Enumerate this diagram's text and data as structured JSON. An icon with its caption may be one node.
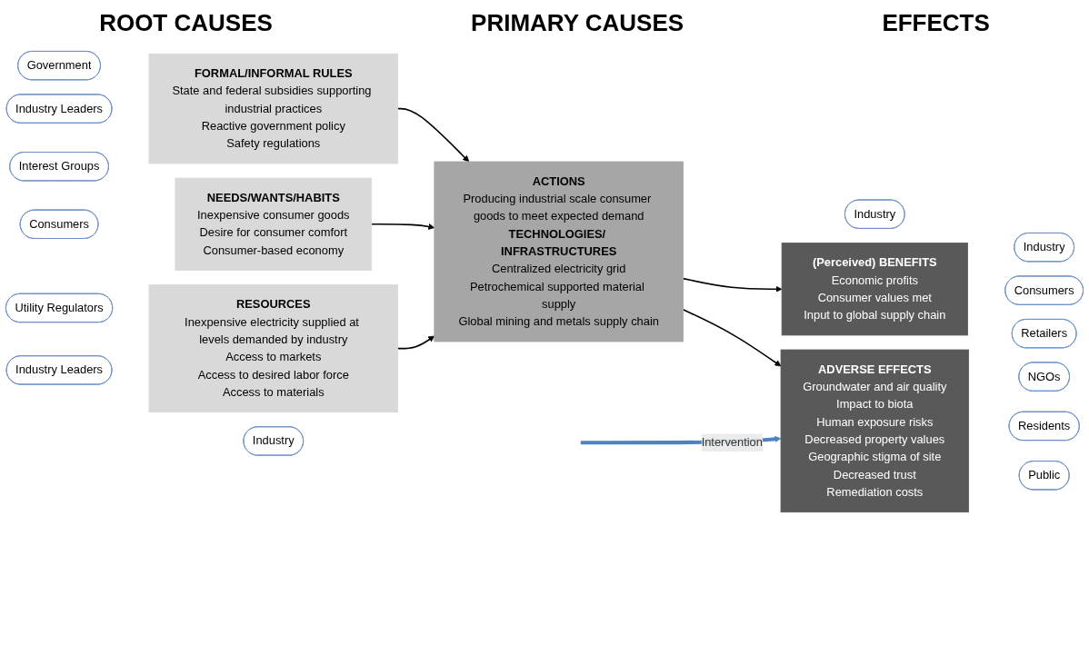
{
  "diagram": {
    "nodes": [
      {
        "text": [
          "FORMAL/INFORMAL RULES",
          "State and federal subsidies supporting industrial practices",
          "Reactive government policy",
          "Safety regulations"
        ]
      },
      {
        "text": [
          "Government"
        ]
      },
      {
        "text": [
          "Industry Leaders"
        ]
      },
      {
        "text": [
          "Interest Groups"
        ]
      },
      {
        "text": [
          "NEEDS/WANTS/HABITS",
          "Inexpensive consumer goods",
          "Desire for consumer comfort",
          "Consumer-based economy"
        ]
      },
      {
        "text": [
          "Consumers"
        ]
      },
      {
        "text": [
          "RESOURCES",
          "Inexpensive electricity supplied at levels demanded by industry",
          "Access to markets",
          "Access to desired labor force",
          "Access to materials"
        ]
      },
      {
        "text": [
          "Utility Regulators"
        ]
      },
      {
        "text": [
          "Industry Leaders"
        ]
      },
      {
        "text": [
          "ACTIONS",
          "Producing industrial scale consumer goods to meet expected demand",
          "TECHNOLOGIES/ INFRASTRUCTURES",
          "Centralized electricity grid",
          "Petrochemical supported material supply",
          "Global mining and metals supply chain"
        ]
      },
      {
        "text": [
          "Industry"
        ]
      },
      {
        "text": [
          "Industry"
        ]
      },
      {
        "text": [
          "(Perceived) BENEFITS",
          "Economic profits",
          "Consumer values met",
          "Input to global supply chain"
        ]
      },
      {
        "text": [
          "Industry"
        ]
      },
      {
        "text": [
          "Consumers"
        ]
      },
      {
        "text": [
          "Retailers"
        ]
      },
      {
        "text": [
          "ADVERSE EFFECTS",
          "Groundwater and air quality",
          "Impact to biota",
          "Human exposure risks",
          "Decreased property values",
          "Geographic stigma of site",
          "Decreased trust",
          "Remediation costs"
        ]
      },
      {
        "text": [
          "NGOs"
        ]
      },
      {
        "text": [
          "Residents"
        ]
      },
      {
        "text": [
          "Public"
        ]
      }
    ],
    "edges": [
      {
        "from": 0,
        "to": 9,
        "arrow": "to"
      },
      {
        "from": 4,
        "to": 9,
        "arrow": "to"
      },
      {
        "from": 6,
        "to": 9,
        "arrow": "to"
      },
      {
        "from": 9,
        "to": 12,
        "arrow": "to"
      },
      {
        "from": 9,
        "to": 16,
        "arrow": "to"
      },
      {
        "from": null,
        "to": 16,
        "arrow": "to",
        "label": "Intervention",
        "style": "thick",
        "color": "#4f81bd"
      }
    ],
    "labels": [
      "ROOT CAUSES",
      "PRIMARY CAUSES",
      "EFFECTS"
    ]
  }
}
